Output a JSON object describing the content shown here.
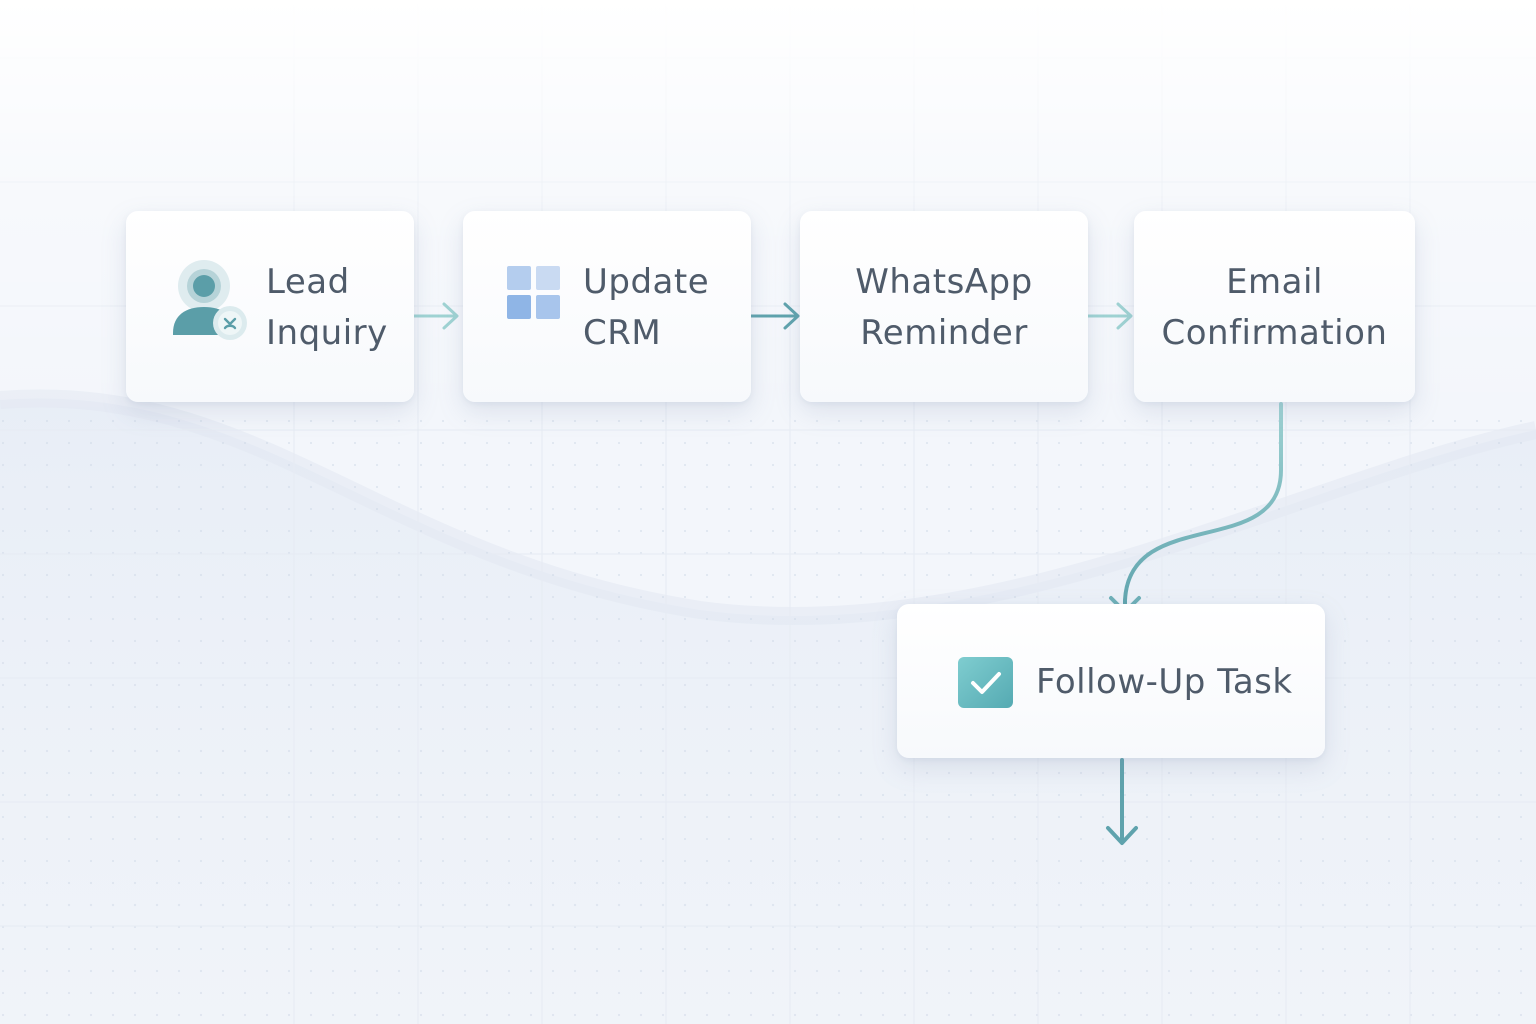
{
  "diagram": {
    "nodes": [
      {
        "id": "lead-inquiry",
        "lines": [
          "Lead",
          "Inquiry"
        ],
        "icon": "user-icon"
      },
      {
        "id": "update-crm",
        "lines": [
          "Update",
          "CRM"
        ],
        "icon": "grid-icon"
      },
      {
        "id": "whatsapp-reminder",
        "lines": [
          "WhatsApp",
          "Reminder"
        ],
        "icon": ""
      },
      {
        "id": "email-confirmation",
        "lines": [
          "Email",
          "Confirmation"
        ],
        "icon": ""
      },
      {
        "id": "follow-up-task",
        "lines": [
          "Follow-Up Task"
        ],
        "icon": "check-icon"
      }
    ],
    "edges": [
      {
        "from": "lead-inquiry",
        "to": "update-crm"
      },
      {
        "from": "update-crm",
        "to": "whatsapp-reminder"
      },
      {
        "from": "whatsapp-reminder",
        "to": "email-confirmation"
      },
      {
        "from": "email-confirmation",
        "to": "follow-up-task"
      },
      {
        "from": "follow-up-task",
        "to": ""
      }
    ]
  },
  "colors": {
    "arrow_light": "#9fd3d3",
    "arrow_dark": "#5fa3ad",
    "text": "#4f5b6a",
    "icon_teal": "#5b9ea8",
    "icon_blue": "#8fb5e6",
    "check_bg": "#6ec0c4"
  }
}
